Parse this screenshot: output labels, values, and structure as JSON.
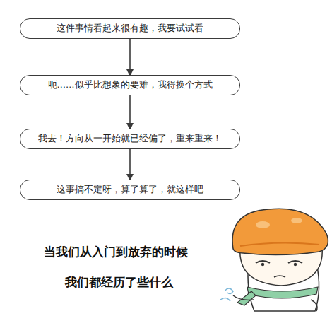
{
  "diagram": {
    "nodes": [
      {
        "text": [
          "这件事情看起来很有趣，我要试试看"
        ]
      },
      {
        "text": [
          "呃……似乎比想象的要难，我得换个方式"
        ]
      },
      {
        "text": [
          "我去！方向从一开始就已经偏了，重来重来！"
        ]
      },
      {
        "text": [
          "这事搞不定呀，算了算了，就这样吧"
        ]
      }
    ],
    "edges": [
      {
        "from": 0,
        "to": 1,
        "arrow": "to"
      },
      {
        "from": 1,
        "to": 2,
        "arrow": "to"
      },
      {
        "from": 2,
        "to": 3,
        "arrow": "to"
      }
    ],
    "labels": [
      "当我们从入门到放弃的时候",
      "我们都经历了些什么"
    ]
  }
}
